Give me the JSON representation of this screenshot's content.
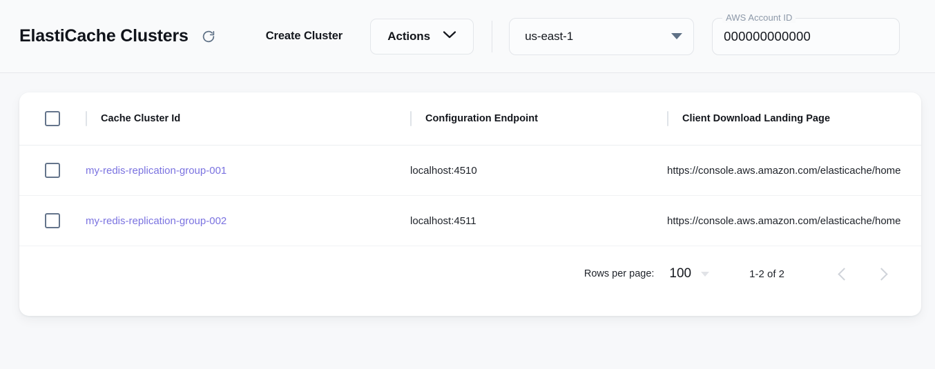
{
  "header": {
    "title": "ElastiCache Clusters",
    "refresh_icon": "refresh-icon",
    "create_cluster_label": "Create Cluster",
    "actions_label": "Actions",
    "actions_caret_icon": "chevron-down-icon",
    "region": {
      "value": "us-east-1",
      "caret_icon": "caret-down-icon"
    },
    "account": {
      "label": "AWS Account ID",
      "value": "000000000000"
    }
  },
  "table": {
    "columns": [
      "Cache Cluster Id",
      "Configuration Endpoint",
      "Client Download Landing Page"
    ],
    "rows": [
      {
        "cluster_id": "my-redis-replication-group-001",
        "configuration_endpoint": "localhost:4510",
        "landing_page": "https://console.aws.amazon.com/elasticache/home"
      },
      {
        "cluster_id": "my-redis-replication-group-002",
        "configuration_endpoint": "localhost:4511",
        "landing_page": "https://console.aws.amazon.com/elasticache/home"
      }
    ]
  },
  "pagination": {
    "rows_per_page_label": "Rows per page:",
    "rows_per_page_value": "100",
    "range_label": "1-2 of 2",
    "prev_icon": "chevron-left-icon",
    "next_icon": "chevron-right-icon"
  },
  "colors": {
    "link": "#7a72e0",
    "page_bg": "#f7f8fa",
    "card_bg": "#ffffff",
    "checkbox_border": "#64748b",
    "caret": "#5f7186"
  }
}
